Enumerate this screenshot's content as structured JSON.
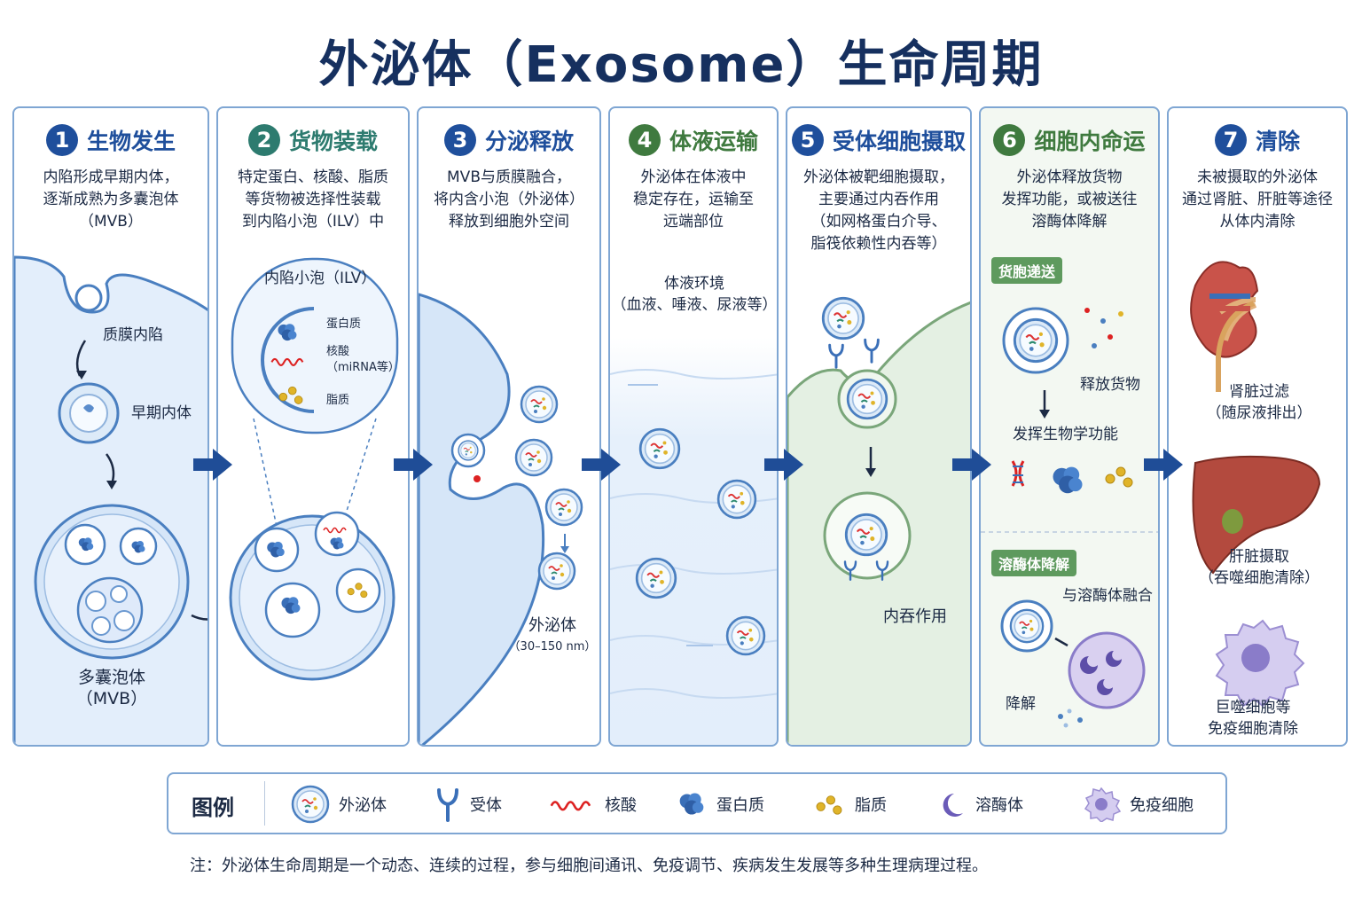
{
  "title": "外泌体（Exosome）生命周期",
  "colors": {
    "blue": "#1f4f9c",
    "teal": "#2d7b6f",
    "green": "#3f7a3f",
    "border": "#7fa6d3"
  },
  "panels": [
    {
      "num": "1",
      "title": "生物发生",
      "desc": [
        "内陷形成早期内体，",
        "逐渐成熟为多囊泡体",
        "（MVB）"
      ],
      "labels": {
        "invagination": "质膜内陷",
        "early": "早期内体",
        "mvb1": "多囊泡体",
        "mvb2": "（MVB）"
      }
    },
    {
      "num": "2",
      "title": "货物装载",
      "desc": [
        "特定蛋白、核酸、脂质",
        "等货物被选择性装载",
        "到内陷小泡（ILV）中"
      ],
      "labels": {
        "ilv": "内陷小泡（ILV）",
        "protein": "蛋白质",
        "nucleic": "核酸",
        "mirna": "（miRNA等）",
        "lipid": "脂质"
      }
    },
    {
      "num": "3",
      "title": "分泌释放",
      "desc": [
        "MVB与质膜融合，",
        "将内含小泡（外泌体）",
        "释放到细胞外空间"
      ],
      "labels": {
        "exo": "外泌体",
        "size": "（30–150 nm）"
      }
    },
    {
      "num": "4",
      "title": "体液运输",
      "desc": [
        "外泌体在体液中",
        "稳定存在，运输至",
        "远端部位"
      ],
      "labels": {
        "env1": "体液环境",
        "env2": "（血液、唾液、尿液等）"
      }
    },
    {
      "num": "5",
      "title": "受体细胞摄取",
      "desc": [
        "外泌体被靶细胞摄取，",
        "主要通过内吞作用",
        "（如网格蛋白介导、",
        "脂筏依赖性内吞等）"
      ],
      "labels": {
        "endo": "内吞作用"
      }
    },
    {
      "num": "6",
      "title": "细胞内命运",
      "desc": [
        "外泌体释放货物",
        "发挥功能，或被送往",
        "溶酶体降解"
      ],
      "labels": {
        "tag1": "货胞递送",
        "release": "释放货物",
        "func": "发挥生物学功能",
        "tag2": "溶酶体降解",
        "fuse": "与溶酶体融合",
        "degrade": "降解"
      }
    },
    {
      "num": "7",
      "title": "清除",
      "desc": [
        "未被摄取的外泌体",
        "通过肾脏、肝脏等途径",
        "从体内清除"
      ],
      "labels": {
        "kidney1": "肾脏过滤",
        "kidney2": "（随尿液排出）",
        "liver1": "肝脏摄取",
        "liver2": "（吞噬细胞清除）",
        "macro1": "巨噬细胞等",
        "macro2": "免疫细胞清除"
      }
    }
  ],
  "legend": {
    "title": "图例",
    "items": [
      "外泌体",
      "受体",
      "核酸",
      "蛋白质",
      "脂质",
      "溶酶体",
      "免疫细胞"
    ]
  },
  "note": "注：外泌体生命周期是一个动态、连续的过程，参与细胞间通讯、免疫调节、疾病发生发展等多种生理病理过程。"
}
